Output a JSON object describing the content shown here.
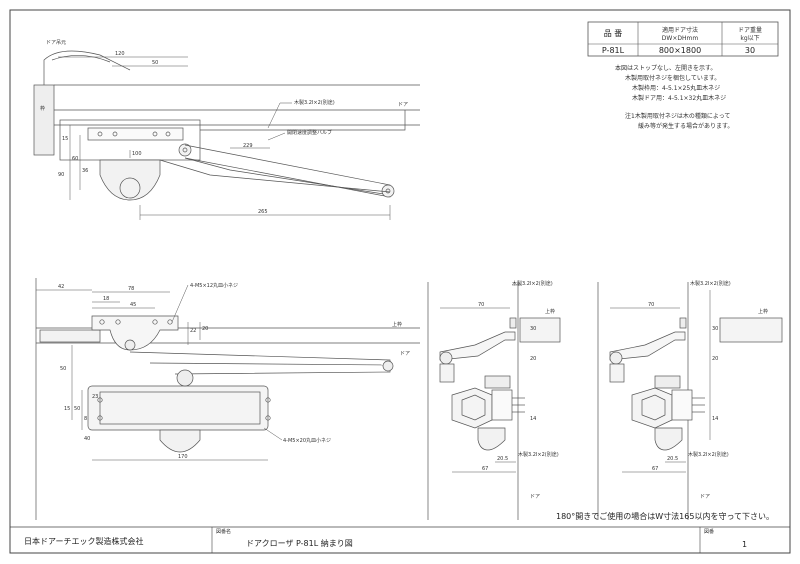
{
  "spec_table": {
    "headers": [
      "品 番",
      "適用ドア寸法\nDW×DHmm",
      "ドア重量\nkg以下"
    ],
    "header_lines": [
      [
        "品 番"
      ],
      [
        "適用ドア寸法",
        "DW×DHmm"
      ],
      [
        "ドア重量",
        "kg以下"
      ]
    ],
    "row": [
      "P-81L",
      "800×1800",
      "30"
    ]
  },
  "notes": [
    "本図はストップなし、左開きを示す。",
    "木製用取付ネジを梱包しています。",
    "木製枠用：4-5.1×25丸皿木ネジ",
    "木製ドア用：4-5.1×32丸皿木ネジ",
    "注1木製用取付ネジは木の種類によって",
    "緩み等が発生する場合があります。"
  ],
  "footer_note": "180°開きでご使用の場合はW寸法165以内を守って下さい。",
  "title_block": {
    "company": "日本ドアーチエック製造株式会社",
    "name_label": "図番名",
    "drawing_name": "ドアクローザ P-81L 納まり図",
    "page_label": "図番",
    "page_number": "1"
  },
  "top_view": {
    "labels": {
      "door_frame": "ドア吊元",
      "frame": "枠",
      "door": "ドア",
      "screw_note": "木製3.2Ⅰ×2(別途)",
      "valve_note": "開閉速度調整バルブ"
    },
    "dims": [
      "120",
      "50",
      "90",
      "100",
      "60",
      "36",
      "229",
      "265",
      "15"
    ]
  },
  "front_view": {
    "labels": {
      "holes_top": "4-M5×12丸皿小ネジ",
      "holes_bottom": "4-M5×20丸皿小ネジ",
      "upper_frame": "上枠",
      "door": "ドア"
    },
    "dims": [
      "42",
      "78",
      "18",
      "45",
      "50",
      "22",
      "20",
      "50",
      "8",
      "15",
      "23",
      "170",
      "40"
    ]
  },
  "side_view_1": {
    "labels": {
      "screw": "木製3.2Ⅰ×2(別途)",
      "screw_bottom": "木製3.2Ⅰ×2(別途)",
      "upper": "上枠",
      "door": "ドア"
    },
    "dims": [
      "70",
      "67",
      "20.5",
      "30",
      "20",
      "14"
    ]
  },
  "side_view_2": {
    "labels": {
      "screw": "木製3.2Ⅰ×2(別途)",
      "screw_bottom": "木製3.2Ⅰ×2(別途)",
      "upper": "上枠",
      "door": "ドア"
    },
    "dims": [
      "70",
      "67",
      "20.5",
      "30",
      "20",
      "14"
    ]
  }
}
